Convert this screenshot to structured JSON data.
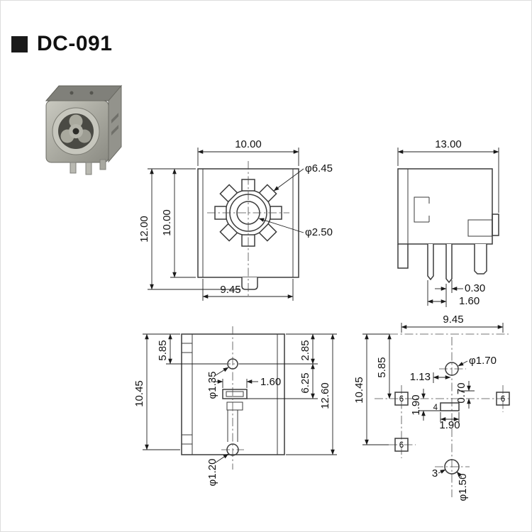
{
  "page": {
    "title": "DC-091"
  },
  "views": {
    "front": {
      "dim_width_top": "10.00",
      "dim_height_outer": "12.00",
      "dim_height_inner": "10.00",
      "dim_width_bottom": "9.45",
      "dim_dia_shield": "φ6.45",
      "dim_dia_pin": "φ2.50"
    },
    "side": {
      "dim_depth": "13.00",
      "dim_pin_offset": "0.30",
      "dim_pin_width": "1.60"
    },
    "bottom": {
      "dim_hole_top_offset": "5.85",
      "dim_height_outer": "10.45",
      "dim_dia_hole_top": "φ1.35",
      "dim_slot_width": "1.60",
      "dim_right_upper": "2.85",
      "dim_right_mid": "6.25",
      "dim_height_total": "12.60",
      "dim_dia_hole_bottom": "φ1.20"
    },
    "footprint": {
      "dim_width": "9.45",
      "dim_top_offset": "5.85",
      "dim_total_offset": "10.45",
      "dim_hole_x": "1.13",
      "dim_dia_top_hole": "φ1.70",
      "dim_pad_offset": "0.70",
      "dim_pad_gap_v": "1.90",
      "pad_label_center": "4",
      "dim_pad_width": "1.90",
      "pad_label_side": "6",
      "dim_bottom_hole_x": "3",
      "dim_dia_bottom_hole": "φ1.50"
    }
  }
}
